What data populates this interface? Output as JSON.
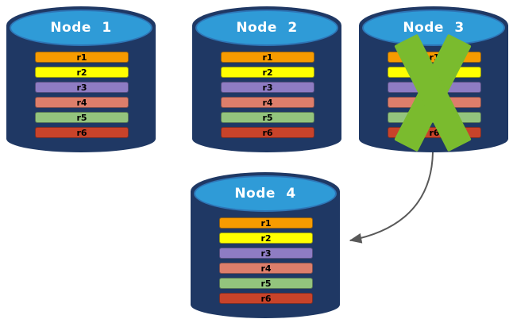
{
  "nodes": [
    {
      "label": "Node 1",
      "failed": false
    },
    {
      "label": "Node 2",
      "failed": false
    },
    {
      "label": "Node 3",
      "failed": true
    },
    {
      "label": "Node 4",
      "failed": false
    }
  ],
  "replicas": [
    {
      "label": "r1",
      "color": "#F79B00"
    },
    {
      "label": "r2",
      "color": "#FFFF00"
    },
    {
      "label": "r3",
      "color": "#8E7CC3"
    },
    {
      "label": "r4",
      "color": "#DD7E6B"
    },
    {
      "label": "r5",
      "color": "#93C47D"
    },
    {
      "label": "r6",
      "color": "#C8432A"
    }
  ],
  "colors": {
    "cylinder_body": "#1F3864",
    "cylinder_top": "#2F9BD7",
    "cylinder_top_stroke": "#2E75B6",
    "node_title_text": "#FFFFFF",
    "bar_text": "#000000",
    "failure_x": "#7ABB2E",
    "arrow": "#595959"
  }
}
